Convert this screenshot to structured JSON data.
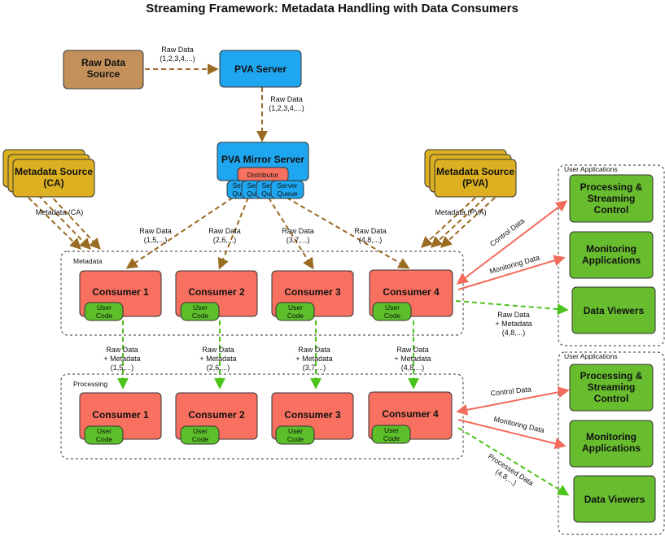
{
  "title": "Streaming Framework: Metadata Handling with Data Consumers",
  "nodes": {
    "raw_source": "Raw Data\nSource",
    "pva_server": "PVA Server",
    "mirror": "PVA Mirror Server",
    "distributor": "Distributor",
    "queues": [
      "Server\nQueue",
      "Server\nQueue",
      "Server\nQueue",
      "Server\nQueue"
    ],
    "meta_ca": "Metadata Source\n(CA)",
    "meta_pva": "Metadata Source\n(PVA)"
  },
  "groups": {
    "metadata": "Metadata",
    "processing": "Processing",
    "user_apps_top": "User Applications",
    "user_apps_bottom": "User Applications"
  },
  "consumers_top": [
    "Consumer 1",
    "Consumer 2",
    "Consumer 3",
    "Consumer 4"
  ],
  "consumers_bottom": [
    "Consumer 1",
    "Consumer 2",
    "Consumer 3",
    "Consumer 4"
  ],
  "user_code": "User\nCode",
  "apps_top": [
    "Processing &\nStreaming\nControl",
    "Monitoring\nApplications",
    "Data Viewers"
  ],
  "apps_bottom": [
    "Processing &\nStreaming\nControl",
    "Monitoring\nApplications",
    "Data Viewers"
  ],
  "labels": {
    "raw_to_pva": "Raw Data\n(1,2,3,4,...)",
    "pva_to_mirror": "Raw Data\n(1,2,3,4,...)",
    "meta_ca": "Metadata (CA)",
    "meta_pva": "Metadata (PVA)",
    "dist": [
      "Raw Data\n(1,5,...)",
      "Raw Data\n(2,6,...)",
      "Raw Data\n(3,7,...)",
      "Raw Data\n(4,8,...)"
    ],
    "mid": [
      "Raw Data\n+ Metadata\n(1,5,...)",
      "Raw Data\n+ Metadata\n(2,6,...)",
      "Raw Data\n+ Metadata\n(3,7,...)",
      "Raw Data\n+ Metadata\n(4,8,...)"
    ],
    "control_top": "Control Data",
    "monitoring_top": "Monitoring Data",
    "viewer_top": "Raw Data\n+ Metadata\n(4,8,...)",
    "control_bottom": "Control Data",
    "monitoring_bottom": "Monitoring Data",
    "viewer_bottom": "Processed Data\n(4,8,...)"
  },
  "colors": {
    "raw_source": "#c4905a",
    "server": "#1ea7f0",
    "metadata_source": "#dcb020",
    "consumer": "#f87160",
    "user_code": "#5cbf2a",
    "app": "#68bd2f",
    "raw_arrow": "#9a6b22",
    "green_arrow": "#4cc21c",
    "red_arrow": "#f26b5b"
  }
}
